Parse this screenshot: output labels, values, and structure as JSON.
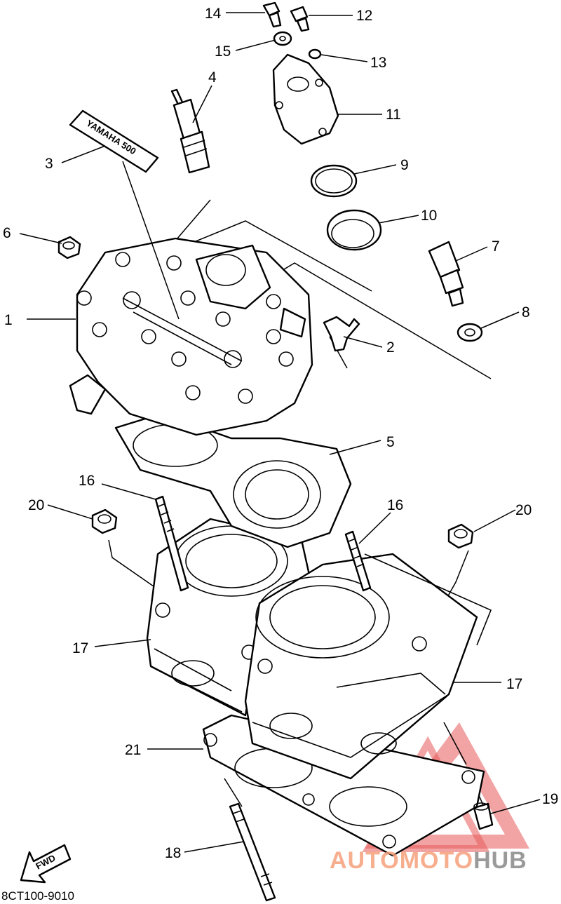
{
  "diagram_code": "8CT100-9010",
  "fwd_label": "FWD",
  "sticker_text": "YAMAHA 500",
  "watermark": {
    "part1": "AUTOMOTO",
    "part2": "HUB",
    "color1": "#f4a07a",
    "color2": "#9a9a9a",
    "triangle_color": "#e85a5a"
  },
  "callouts": [
    {
      "id": "1",
      "label": "1"
    },
    {
      "id": "2",
      "label": "2"
    },
    {
      "id": "3",
      "label": "3"
    },
    {
      "id": "4",
      "label": "4"
    },
    {
      "id": "5",
      "label": "5"
    },
    {
      "id": "6",
      "label": "6"
    },
    {
      "id": "7",
      "label": "7"
    },
    {
      "id": "8",
      "label": "8"
    },
    {
      "id": "9",
      "label": "9"
    },
    {
      "id": "10",
      "label": "10"
    },
    {
      "id": "11",
      "label": "11"
    },
    {
      "id": "12",
      "label": "12"
    },
    {
      "id": "13",
      "label": "13"
    },
    {
      "id": "14",
      "label": "14"
    },
    {
      "id": "15",
      "label": "15"
    },
    {
      "id": "16a",
      "label": "16"
    },
    {
      "id": "16b",
      "label": "16"
    },
    {
      "id": "17a",
      "label": "17"
    },
    {
      "id": "17b",
      "label": "17"
    },
    {
      "id": "18",
      "label": "18"
    },
    {
      "id": "19",
      "label": "19"
    },
    {
      "id": "20a",
      "label": "20"
    },
    {
      "id": "20b",
      "label": "20"
    },
    {
      "id": "21",
      "label": "21"
    }
  ]
}
